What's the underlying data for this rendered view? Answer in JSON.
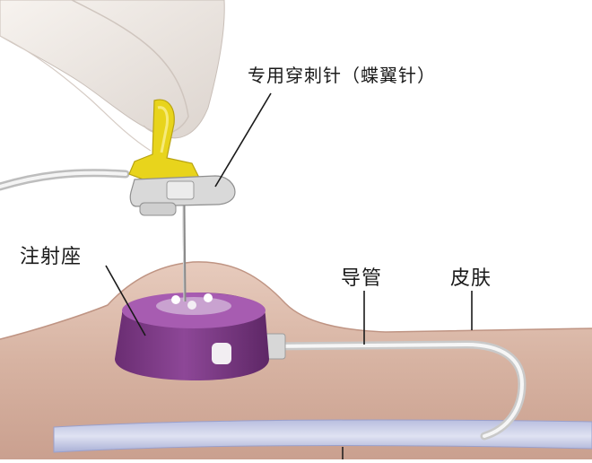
{
  "labels": {
    "needle": "专用穿刺针（蝶翼针）",
    "port": "注射座",
    "catheter": "导管",
    "skin": "皮肤"
  },
  "colors": {
    "skin": "#d9b8a8",
    "skin_dark": "#c49a8a",
    "port_body": "#7e3a86",
    "port_top": "#a45fae",
    "needle_wing": "#e8d41c",
    "hand": "#efe9e4",
    "vein": "#c9cde6"
  }
}
